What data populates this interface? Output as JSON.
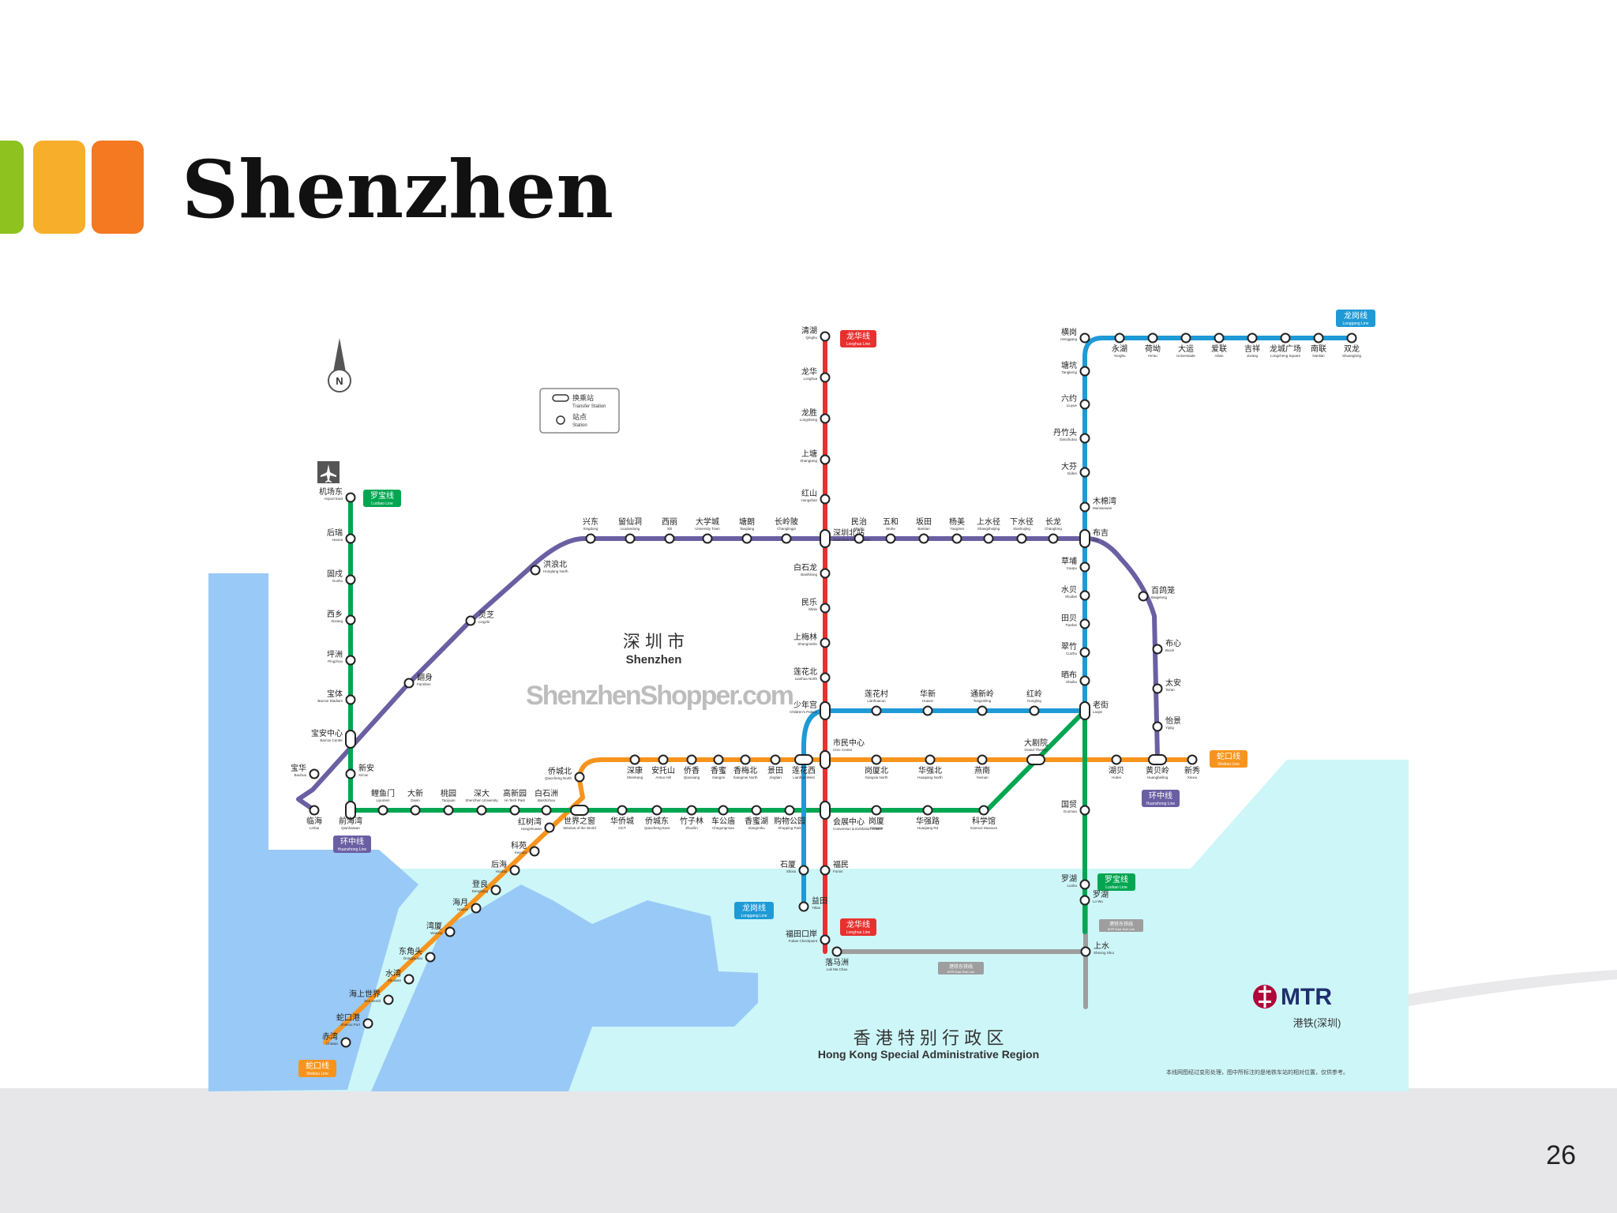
{
  "slide": {
    "title": "Shenzhen",
    "page_number": "26"
  },
  "colors": {
    "accent_green": "#8dc21f",
    "accent_yellow": "#f7ae2a",
    "accent_orange": "#f47920",
    "luobao": "#00a651",
    "longhua": "#e8312f",
    "longgang": "#1e9ad6",
    "shekou": "#f7941d",
    "huanzhong": "#6b5fa3",
    "east_rail": "#9e9e9e"
  },
  "map": {
    "city_zh": "深 圳 市",
    "city_en": "Shenzhen",
    "watermark": "ShenzhenShopper.com",
    "hk_zh": "香 港 特 别 行 政 区",
    "hk_en": "Hong Kong Special Administrative Region",
    "legend": {
      "transfer_zh": "换乘站",
      "transfer_en": "Transfer Station",
      "station_zh": "站点",
      "station_en": "Station"
    },
    "compass": "N",
    "airport_icon": "airplane-icon",
    "mtr_logo": "MTR",
    "mtr_sub": "港铁(深圳)",
    "footnote": "本线网图经过变形处理，图中所标注的是地铁车站的相对位置，仅供参考。",
    "lines": {
      "luobao": {
        "zh": "罗宝线",
        "en": "Luobao Line"
      },
      "longhua": {
        "zh": "龙华线",
        "en": "Longhua Line"
      },
      "longgang": {
        "zh": "龙岗线",
        "en": "Longgang Line"
      },
      "shekou": {
        "zh": "蛇口线",
        "en": "Shekou Line"
      },
      "huanzhong": {
        "zh": "环中线",
        "en": "Huanzhong Line"
      },
      "east_rail": {
        "zh": "港铁东铁线",
        "en": "MTR East Rail Line"
      }
    },
    "stations": [
      {
        "zh": "清湖",
        "en": "Qinghu"
      },
      {
        "zh": "龙华",
        "en": "Longhua"
      },
      {
        "zh": "龙胜",
        "en": "Longsheng"
      },
      {
        "zh": "上塘",
        "en": "Shangtang"
      },
      {
        "zh": "红山",
        "en": "Hongshan"
      },
      {
        "zh": "深圳北站",
        "en": "Shenzhen North Station"
      },
      {
        "zh": "白石龙",
        "en": "Baishilong"
      },
      {
        "zh": "民乐",
        "en": "Minle"
      },
      {
        "zh": "上梅林",
        "en": "Shangmeilin"
      },
      {
        "zh": "莲花北",
        "en": "Lianhua North"
      },
      {
        "zh": "少年宫",
        "en": "Children's Palace"
      },
      {
        "zh": "市民中心",
        "en": "Civic Center"
      },
      {
        "zh": "会展中心",
        "en": "Convention & Exhibition Center"
      },
      {
        "zh": "福民",
        "en": "Fumin"
      },
      {
        "zh": "福田口岸",
        "en": "Futian Checkpoint"
      },
      {
        "zh": "落马洲",
        "en": "Lok Ma Chau"
      },
      {
        "zh": "机场东",
        "en": "Airport East"
      },
      {
        "zh": "后瑞",
        "en": "Hourui"
      },
      {
        "zh": "固戍",
        "en": "Gushu"
      },
      {
        "zh": "西乡",
        "en": "Xixiang"
      },
      {
        "zh": "坪洲",
        "en": "Pingzhou"
      },
      {
        "zh": "宝体",
        "en": "Bao'an Stadium"
      },
      {
        "zh": "宝安中心",
        "en": "Bao'an Center"
      },
      {
        "zh": "新安",
        "en": "Xin'an"
      },
      {
        "zh": "临海",
        "en": "Linhai"
      },
      {
        "zh": "前海湾",
        "en": "Qianhaiwan"
      },
      {
        "zh": "鲤鱼门",
        "en": "Liyumen"
      },
      {
        "zh": "大新",
        "en": "Daxin"
      },
      {
        "zh": "桃园",
        "en": "Taoyuan"
      },
      {
        "zh": "深大",
        "en": "Shenzhen University"
      },
      {
        "zh": "高新园",
        "en": "Hi-Tech Park"
      },
      {
        "zh": "白石洲",
        "en": "Baishizhou"
      },
      {
        "zh": "世界之窗",
        "en": "Window of the World"
      },
      {
        "zh": "华侨城",
        "en": "OCT"
      },
      {
        "zh": "侨城东",
        "en": "Qiaocheng East"
      },
      {
        "zh": "竹子林",
        "en": "Zhuzilin"
      },
      {
        "zh": "车公庙",
        "en": "Chegongmiao"
      },
      {
        "zh": "香蜜湖",
        "en": "Xiangmihu"
      },
      {
        "zh": "购物公园",
        "en": "Shopping Park"
      },
      {
        "zh": "岗厦",
        "en": "Gangxia"
      },
      {
        "zh": "华强路",
        "en": "Huaqiang Rd"
      },
      {
        "zh": "科学馆",
        "en": "Science Museum"
      },
      {
        "zh": "大剧院",
        "en": "Grand Theater"
      },
      {
        "zh": "老街",
        "en": "Laojie"
      },
      {
        "zh": "国贸",
        "en": "Guomao"
      },
      {
        "zh": "罗湖",
        "en": "Luohu"
      },
      {
        "zh": "罗湖",
        "en": "Lo Wu"
      },
      {
        "zh": "上水",
        "en": "Sheung Shui"
      },
      {
        "zh": "横岗",
        "en": "Henggang"
      },
      {
        "zh": "塘坑",
        "en": "Tangkeng"
      },
      {
        "zh": "六约",
        "en": "Liuyue"
      },
      {
        "zh": "丹竹头",
        "en": "Danzhutou"
      },
      {
        "zh": "大芬",
        "en": "Dafen"
      },
      {
        "zh": "木棉湾",
        "en": "Mumianwan"
      },
      {
        "zh": "布吉",
        "en": "Buji"
      },
      {
        "zh": "草埔",
        "en": "Caopu"
      },
      {
        "zh": "水贝",
        "en": "Shuibei"
      },
      {
        "zh": "田贝",
        "en": "Tianbei"
      },
      {
        "zh": "翠竹",
        "en": "Cuizhu"
      },
      {
        "zh": "晒布",
        "en": "Shaibu"
      },
      {
        "zh": "永湖",
        "en": "Yonghu"
      },
      {
        "zh": "荷坳",
        "en": "He'ao"
      },
      {
        "zh": "大运",
        "en": "Universiade"
      },
      {
        "zh": "爱联",
        "en": "Ailian"
      },
      {
        "zh": "吉祥",
        "en": "Jixiang"
      },
      {
        "zh": "龙城广场",
        "en": "Longcheng Square"
      },
      {
        "zh": "南联",
        "en": "Nanlian"
      },
      {
        "zh": "双龙",
        "en": "Shuanglong"
      },
      {
        "zh": "兴东",
        "en": "Xingdong"
      },
      {
        "zh": "留仙洞",
        "en": "Liuxiandong"
      },
      {
        "zh": "西丽",
        "en": "Xili"
      },
      {
        "zh": "大学城",
        "en": "University Town"
      },
      {
        "zh": "塘朗",
        "en": "Tanglang"
      },
      {
        "zh": "长岭陂",
        "en": "Changlingpi"
      },
      {
        "zh": "民治",
        "en": "Minzhi"
      },
      {
        "zh": "五和",
        "en": "Wuhe"
      },
      {
        "zh": "坂田",
        "en": "Bantian"
      },
      {
        "zh": "杨美",
        "en": "Yangmei"
      },
      {
        "zh": "上水径",
        "en": "Shangshuijing"
      },
      {
        "zh": "下水径",
        "en": "Xiashuijing"
      },
      {
        "zh": "长龙",
        "en": "Changlong"
      },
      {
        "zh": "百鸽笼",
        "en": "Baigelong"
      },
      {
        "zh": "布心",
        "en": "Buxin"
      },
      {
        "zh": "太安",
        "en": "Tai'an"
      },
      {
        "zh": "怡景",
        "en": "Yijing"
      },
      {
        "zh": "黄贝岭",
        "en": "Huangbeiling"
      },
      {
        "zh": "新秀",
        "en": "Xinxiu"
      },
      {
        "zh": "湖贝",
        "en": "Hubei"
      },
      {
        "zh": "燕南",
        "en": "Yannan"
      },
      {
        "zh": "华强北",
        "en": "Huaqiang North"
      },
      {
        "zh": "岗厦北",
        "en": "Gangxia North"
      },
      {
        "zh": "莲花西",
        "en": "Lianhua West"
      },
      {
        "zh": "景田",
        "en": "Jingtian"
      },
      {
        "zh": "香梅北",
        "en": "Xiangmei North"
      },
      {
        "zh": "香蜜",
        "en": "Xiangmi"
      },
      {
        "zh": "侨香",
        "en": "Qiaoxiang"
      },
      {
        "zh": "安托山",
        "en": "Antuo Hill"
      },
      {
        "zh": "深康",
        "en": "Shenkang"
      },
      {
        "zh": "侨城北",
        "en": "Qiaocheng North"
      },
      {
        "zh": "红树湾",
        "en": "Hongshuwan"
      },
      {
        "zh": "科苑",
        "en": "Keyuan"
      },
      {
        "zh": "后海",
        "en": "Houhai"
      },
      {
        "zh": "登良",
        "en": "Dengliang"
      },
      {
        "zh": "海月",
        "en": "Haiyue"
      },
      {
        "zh": "湾厦",
        "en": "Wanxia"
      },
      {
        "zh": "东角头",
        "en": "Dongjiaotou"
      },
      {
        "zh": "水湾",
        "en": "Shuiwan"
      },
      {
        "zh": "海上世界",
        "en": "Sea World"
      },
      {
        "zh": "蛇口港",
        "en": "Shekou Port"
      },
      {
        "zh": "赤湾",
        "en": "Chiwan"
      },
      {
        "zh": "洪浪北",
        "en": "Honglang North"
      },
      {
        "zh": "灵芝",
        "en": "Lingzhi"
      },
      {
        "zh": "翻身",
        "en": "Fanshen"
      },
      {
        "zh": "宝华",
        "en": "Baohua"
      },
      {
        "zh": "莲花村",
        "en": "Lianhuacun"
      },
      {
        "zh": "华新",
        "en": "Huaxin"
      },
      {
        "zh": "通新岭",
        "en": "Tongxinling"
      },
      {
        "zh": "红岭",
        "en": "Hongling"
      },
      {
        "zh": "石厦",
        "en": "Shixia"
      },
      {
        "zh": "益田",
        "en": "Yitian"
      }
    ]
  }
}
